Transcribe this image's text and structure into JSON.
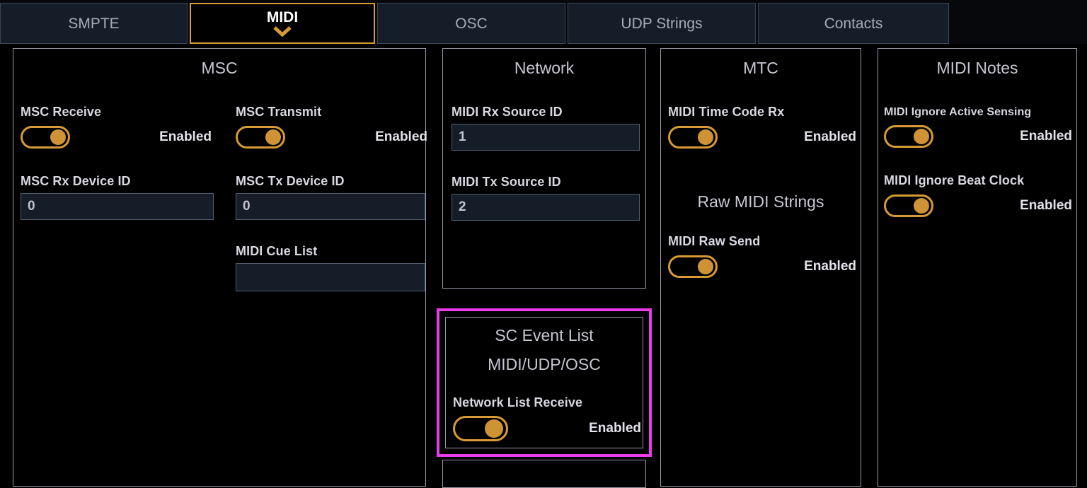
{
  "tabs": [
    {
      "label": "SMPTE",
      "active": false
    },
    {
      "label": "MIDI",
      "active": true
    },
    {
      "label": "OSC",
      "active": false
    },
    {
      "label": "UDP Strings",
      "active": false
    },
    {
      "label": "Contacts",
      "active": false
    }
  ],
  "colors": {
    "accent": "#d79a36",
    "knob": "#cf9336",
    "highlight": "#ea3cea",
    "panel_border": "#9a96a6",
    "input_bg": "#141d28",
    "input_border": "#53606f",
    "tab_bg": "#151d28",
    "tab_border": "#3b4656",
    "background": "#000000",
    "text": "#d9d7e0",
    "text_dim": "#a7adb7"
  },
  "panels": {
    "msc": {
      "title": "MSC",
      "receive": {
        "label": "MSC Receive",
        "state": "Enabled",
        "on": true
      },
      "transmit": {
        "label": "MSC Transmit",
        "state": "Enabled",
        "on": true
      },
      "rx_device_id": {
        "label": "MSC Rx Device ID",
        "value": "0"
      },
      "tx_device_id": {
        "label": "MSC Tx Device ID",
        "value": "0"
      },
      "cue_list": {
        "label": "MIDI Cue List",
        "value": ""
      }
    },
    "network": {
      "title": "Network",
      "rx_source_id": {
        "label": "MIDI Rx Source ID",
        "value": "1"
      },
      "tx_source_id": {
        "label": "MIDI Tx Source ID",
        "value": "2"
      }
    },
    "sc_event_list": {
      "title": "SC Event List",
      "subtitle": "MIDI/UDP/OSC",
      "network_list_receive": {
        "label": "Network List Receive",
        "state": "Enabled",
        "on": true
      }
    },
    "mtc": {
      "title": "MTC",
      "time_code_rx": {
        "label": "MIDI Time Code Rx",
        "state": "Enabled",
        "on": true
      },
      "raw_strings_title": "Raw MIDI Strings",
      "raw_send": {
        "label": "MIDI Raw Send",
        "state": "Enabled",
        "on": true
      }
    },
    "midi_notes": {
      "title": "MIDI Notes",
      "ignore_active_sensing": {
        "label": "MIDI Ignore Active Sensing",
        "state": "Enabled",
        "on": true
      },
      "ignore_beat_clock": {
        "label": "MIDI Ignore Beat Clock",
        "state": "Enabled",
        "on": true
      }
    }
  },
  "icons": {
    "active_tab_chevron": "chevron-down-icon"
  }
}
